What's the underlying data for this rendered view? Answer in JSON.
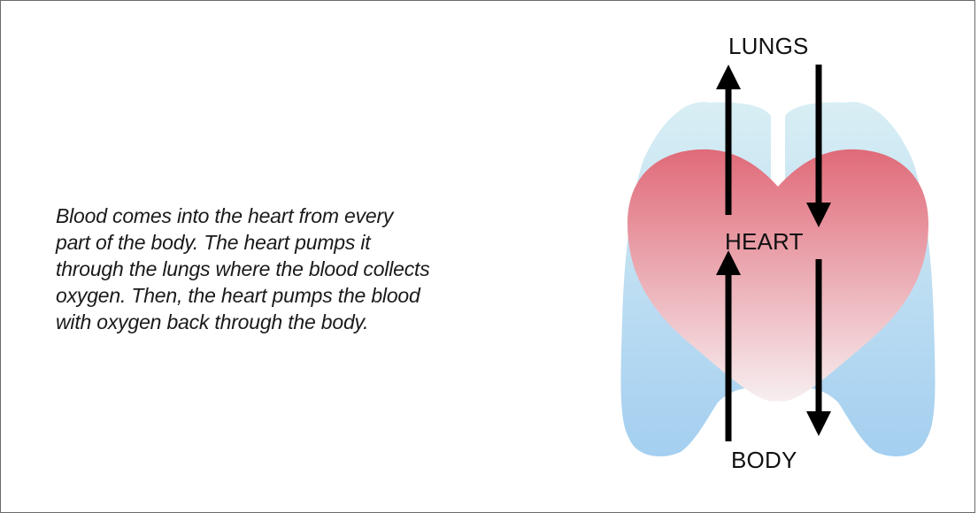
{
  "caption": {
    "lines": [
      "Blood comes into the heart from every",
      "part of the body. The heart pumps it",
      "through the lungs where the blood collects",
      "oxygen. Then, the heart pumps the blood",
      "with oxygen back through the body."
    ]
  },
  "diagram": {
    "labels": {
      "lungs": "LUNGS",
      "heart": "HEART",
      "body": "BODY"
    },
    "colors": {
      "lungs_top": "#d8eef4",
      "lungs_bottom": "#a4cff0",
      "heart_top": "#e06a78",
      "heart_bottom": "#f7eef0",
      "arrow": "#000000"
    }
  }
}
